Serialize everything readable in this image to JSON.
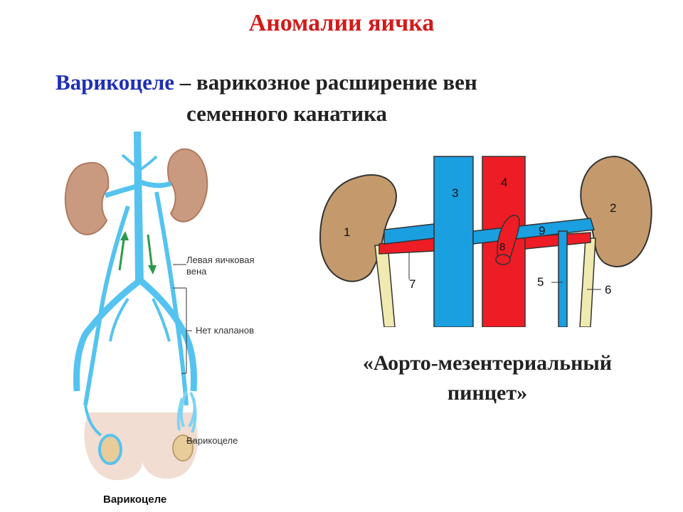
{
  "slide": {
    "title": "Аномалии яичка",
    "definition_term": "Варикоцеле",
    "definition_rest_line1": " – варикозное расширение вен",
    "definition_line2": "семенного канатика",
    "caption_line1": "«Аорто-мезентериальный",
    "caption_line2": "пинцет»"
  },
  "left_figure": {
    "label_left_vein": [
      "Левая яичковая",
      "вена"
    ],
    "label_no_valves": "Нет клапанов",
    "label_varicocele": "Варикоцеле",
    "bottom_caption": "Варикоцеле"
  },
  "right_figure": {
    "labels": [
      "1",
      "2",
      "3",
      "4",
      "5",
      "6",
      "7",
      "8",
      "9"
    ]
  },
  "colors": {
    "title": "#d21a1a",
    "term": "#1f2fb5",
    "vein": "#29a3e0",
    "artery": "#ee1c24",
    "kidney": "#c49a6c"
  }
}
